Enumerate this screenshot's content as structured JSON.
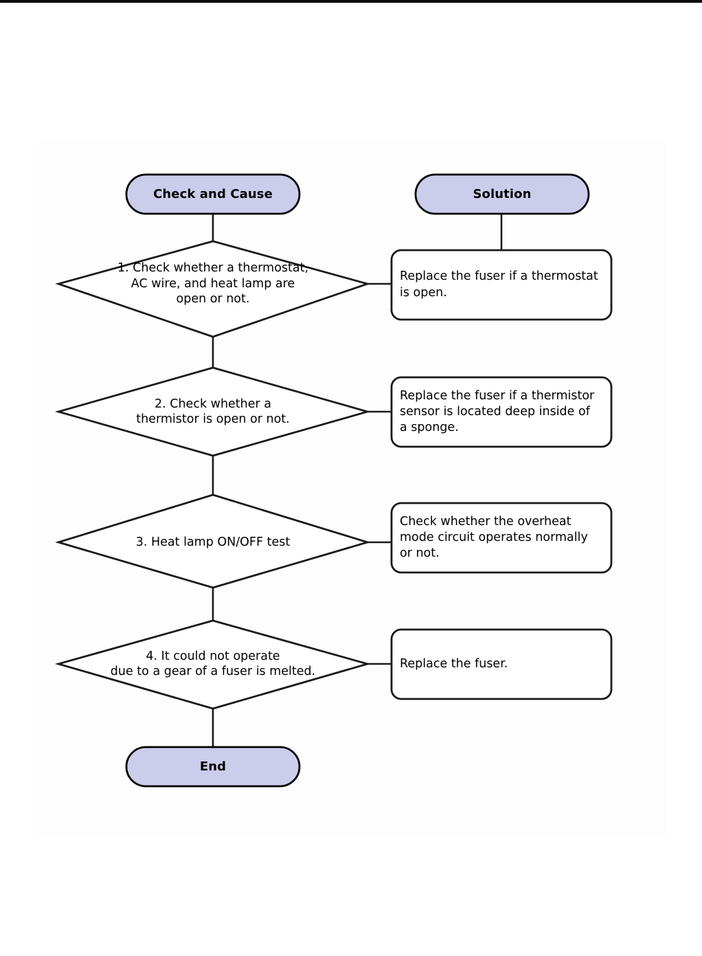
{
  "diagram": {
    "type": "flowchart",
    "title_columns": {
      "left": "Check and Cause",
      "right": "Solution"
    },
    "terminators": {
      "start_left": "Check and Cause",
      "start_right": "Solution",
      "end": "End"
    },
    "colors": {
      "terminator_fill": "#cccceb",
      "terminator_stroke": "#000000",
      "node_stroke": "#1a1a1a",
      "connector": "#1a1a1a",
      "text": "#000000",
      "page_background": "#ffffff",
      "panel_background": "#fdfdfe",
      "top_band": "#0a0a0a"
    },
    "steps": [
      {
        "index": "1",
        "check": "1. Check whether a thermostat, AC wire, and heat lamp are open or not.",
        "check_lines": [
          "1. Check whether a thermostat,",
          "AC wire, and heat lamp are",
          "open or not."
        ],
        "solution": "Replace the fuser if a thermostat is open.",
        "solution_lines": [
          "Replace the fuser if a thermostat",
          "is open."
        ]
      },
      {
        "index": "2",
        "check": "2. Check whether a thermistor is open or not.",
        "check_lines": [
          "2. Check whether a",
          "thermistor is open or not."
        ],
        "solution": "Replace the fuser if a thermistor sensor is located deep inside of a sponge.",
        "solution_lines": [
          "Replace the fuser if a thermistor",
          "sensor is located deep inside of",
          "a sponge."
        ]
      },
      {
        "index": "3",
        "check": "3. Heat lamp ON/OFF test",
        "check_lines": [
          "3. Heat lamp ON/OFF test"
        ],
        "solution": "Check whether the overheat mode circuit operates normally or not.",
        "solution_lines": [
          "Check whether the overheat",
          "mode circuit operates normally",
          "or not."
        ]
      },
      {
        "index": "4",
        "check": "4. It could not operate due to a gear of a fuser is melted.",
        "check_lines": [
          "4. It could not operate",
          "due to a gear of a fuser is melted."
        ],
        "solution": "Replace the fuser.",
        "solution_lines": [
          "Replace the fuser."
        ]
      }
    ]
  }
}
